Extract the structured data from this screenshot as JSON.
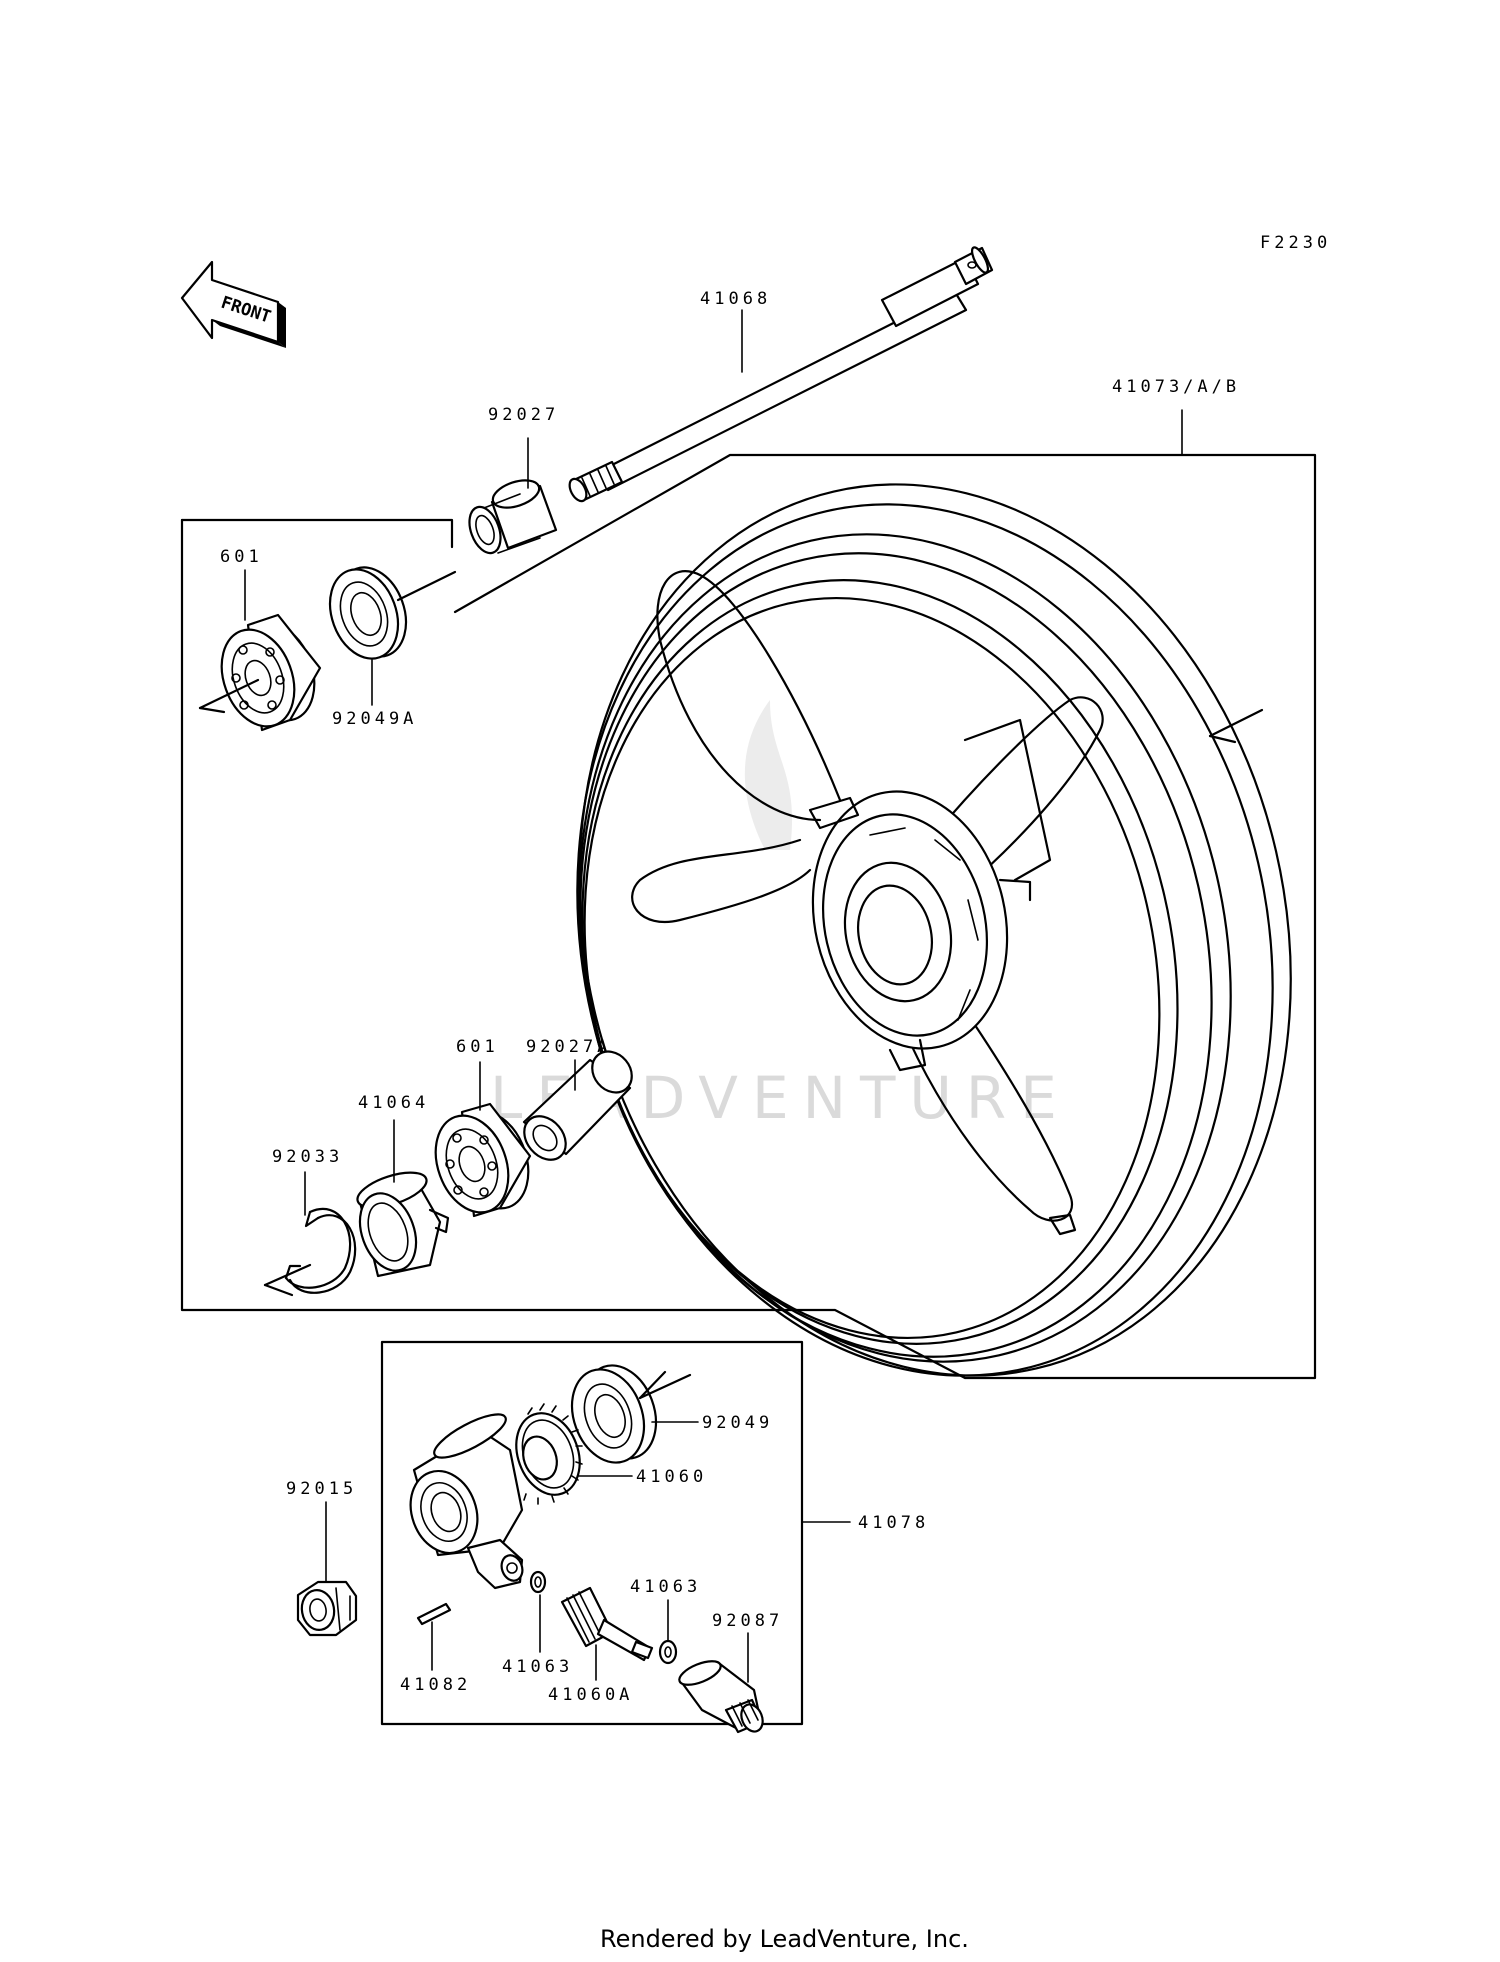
{
  "diagram_code": "F2230",
  "front_arrow": {
    "label": "FRONT",
    "icon": "front-arrow-icon"
  },
  "watermark": "LEADVENTURE",
  "footer": "Rendered by LeadVenture, Inc.",
  "callouts": {
    "c41068": "41068",
    "c41073": "41073/A/B",
    "c92027": "92027",
    "c601_top": "601",
    "c92049A": "92049A",
    "c92027A": "92027A",
    "c601_mid": "601",
    "c41064": "41064",
    "c92033": "92033",
    "c92049": "92049",
    "c41060": "41060",
    "c41078": "41078",
    "c92015": "92015",
    "c41063_right": "41063",
    "c92087": "92087",
    "c41082": "41082",
    "c41063_left": "41063",
    "c41060A": "41060A"
  }
}
